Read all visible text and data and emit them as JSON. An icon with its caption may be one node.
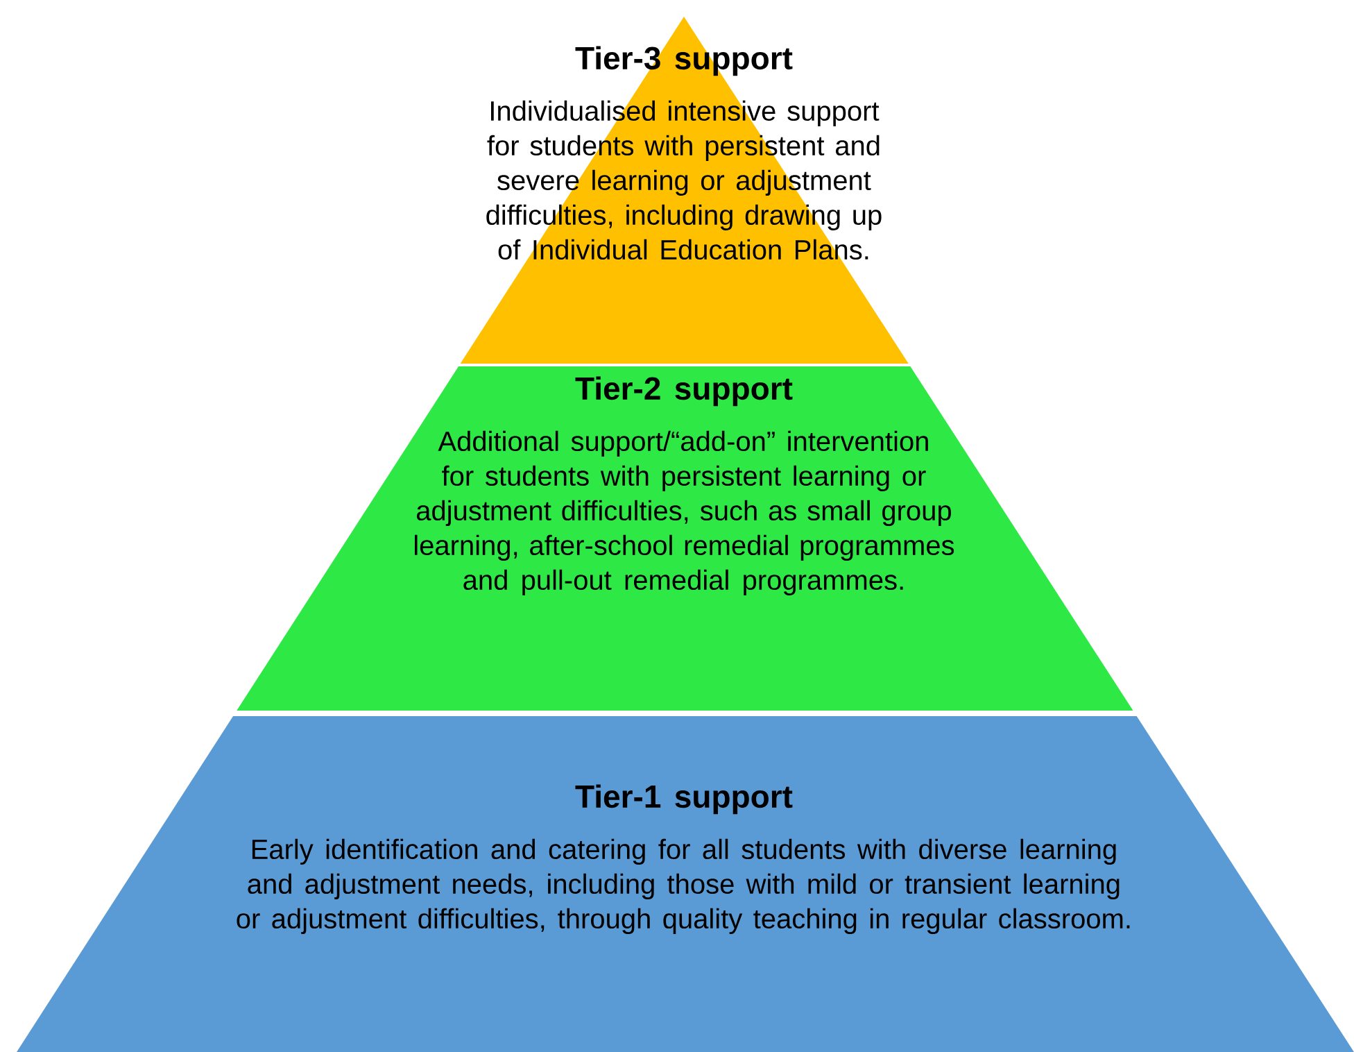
{
  "diagram": {
    "nodes": [
      {
        "text": [
          "Tier-3 support",
          "Individualised intensive support for students with persistent and severe learning or adjustment difficulties, including drawing up of Individual Education Plans."
        ]
      },
      {
        "text": [
          "Tier-2 support",
          "Additional support/“add-on” intervention for students with persistent learning or adjustment difficulties, such as small group learning, after-school remedial programmes and pull-out remedial programmes."
        ]
      },
      {
        "text": [
          "Tier-1 support",
          "Early identification and catering for all students with diverse learning and adjustment needs, including those with mild or transient learning or adjustment difficulties, through quality teaching in regular classroom."
        ]
      }
    ]
  }
}
